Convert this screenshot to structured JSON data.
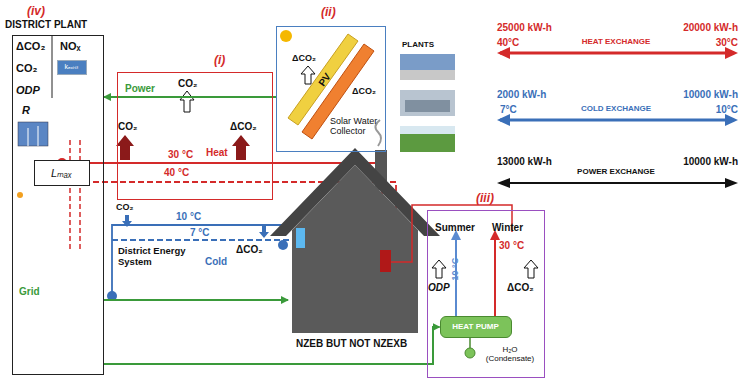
{
  "diagram": {
    "nodes": [
      {
        "text": [
          "(iv)",
          "DISTRICT PLANT"
        ]
      },
      {
        "text": [
          "kₑₓᵢₛₜ"
        ],
        "in": 0
      },
      {
        "text": [
          "Lₘₐₓ"
        ],
        "in": 0
      },
      {
        "text": [
          "(i)"
        ]
      },
      {
        "text": [
          "(ii)"
        ]
      },
      {
        "text": [
          "NZEB BUT NOT NZEXB"
        ]
      },
      {
        "text": [
          "(iii)"
        ]
      },
      {
        "text": [
          "HEAT PUMP"
        ],
        "in": 6
      }
    ],
    "edges": [
      {
        "from": 4,
        "to": 0,
        "arrow": "to",
        "label": "Power"
      },
      {
        "from": 0,
        "to": 5,
        "arrow": "to",
        "label": "Grid"
      },
      {
        "from": 0,
        "to": 7,
        "arrow": "to"
      }
    ],
    "labels": [
      "ΔCO₂",
      "NOₓ",
      "CO₂",
      "ODP",
      "R",
      "CO₂",
      "CO₂",
      "ΔCO₂",
      "Heat",
      "30 °C",
      "40 °C",
      "CO₂",
      "10 °C",
      "7 °C",
      "ΔCO₂",
      "District Energy System",
      "Cold",
      "PV",
      "Solar Water Collector",
      "ΔCO₂",
      "ΔCO₂",
      "PLANTS",
      "25000 kW-h",
      "20000 kW-h",
      "40°C",
      "30°C",
      "2000 kW-h",
      "10000 kW-h",
      "7°C",
      "10°C",
      "13000 kW-h",
      "10000 kW-h",
      "Summer",
      "Winter",
      "10 °C",
      "30 °C",
      "ODP",
      "ΔCO₂",
      "H₂O (Condensate)"
    ],
    "legend": [
      {
        "text": "HEAT EXCHANGE"
      },
      {
        "text": "COLD EXCHANGE"
      },
      {
        "text": "POWER EXCHANGE"
      }
    ]
  }
}
